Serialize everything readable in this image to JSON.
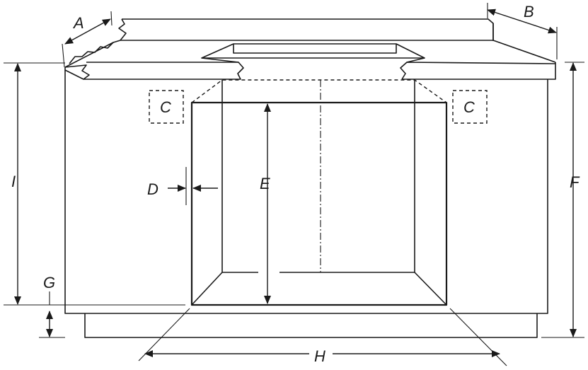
{
  "labels": {
    "a": "A",
    "b": "B",
    "c_left": "C",
    "c_right": "C",
    "d": "D",
    "e": "E",
    "f": "F",
    "g": "G",
    "h": "H",
    "i": "I"
  }
}
